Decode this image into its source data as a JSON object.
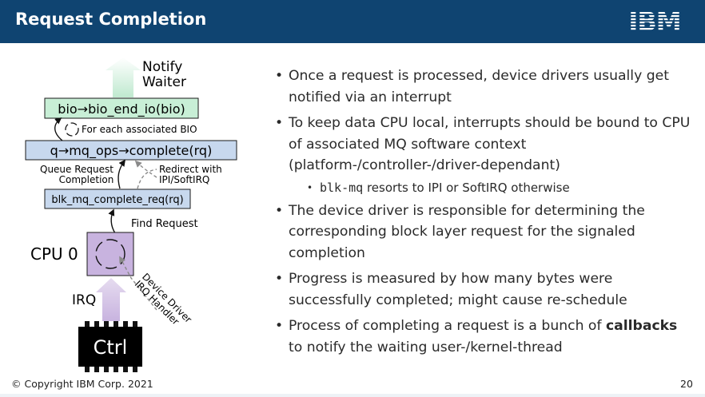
{
  "title": "Request Completion",
  "logo_text": "IBM",
  "diagram": {
    "notify_waiter_line1": "Notify",
    "notify_waiter_line2": "Waiter",
    "bio_end_io": "bio→bio_end_io(bio)",
    "for_each_bio": "For each associated BIO",
    "mq_ops_complete": "q→mq_ops→complete(rq)",
    "queue_request_completion_line1": "Queue Request",
    "queue_request_completion_line2": "Completion",
    "redirect_line1": "Redirect with",
    "redirect_line2": "IPI/SoftIRQ",
    "blk_mq_complete_req": "blk_mq_complete_req(rq)",
    "find_request": "Find Request",
    "cpu0": "CPU 0",
    "irq": "IRQ",
    "device_driver_line1": "Device Driver",
    "device_driver_line2": "IRQ Handler",
    "ctrl": "Ctrl"
  },
  "bullets": {
    "b1": "Once a request is processed, device drivers usually get notified via an interrupt",
    "b2": "To keep data CPU local, interrupts should be bound to CPU of associated MQ software context (platform-/controller-/driver-dependant)",
    "b2_sub_mono": "blk-mq",
    "b2_sub_rest": " resorts to IPI or SoftIRQ otherwise",
    "b3": "The device driver is responsible for determining the corresponding block layer request for the signaled completion",
    "b4": "Progress is measured by how many bytes were successfully completed; might cause re-schedule",
    "b5_pre": "Process of completing a request is a bunch of ",
    "b5_bold": "callbacks",
    "b5_post": " to notify the waiting user-/kernel-thread"
  },
  "footer": "© Copyright IBM Corp. 2021",
  "page_number": "20",
  "colors": {
    "header": "#0f4471",
    "green_box": "#c8efd6",
    "blue_box": "#c7d8ee",
    "purple": "#c8b3df"
  }
}
